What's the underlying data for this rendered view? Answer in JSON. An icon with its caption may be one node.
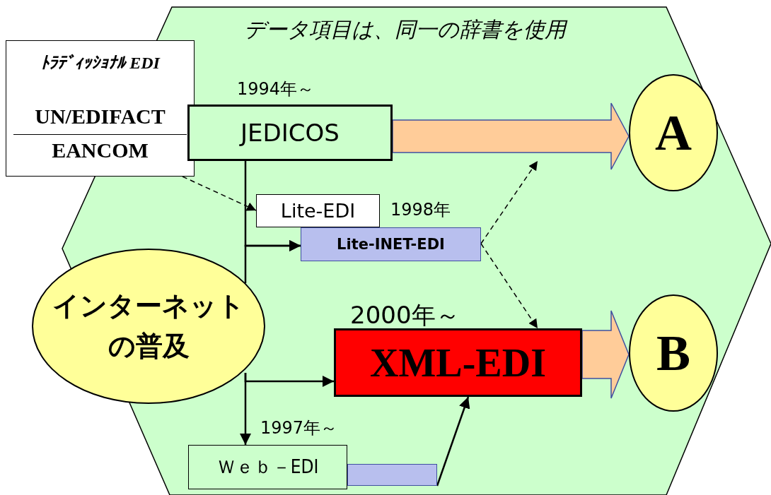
{
  "diagram": {
    "nodes": [
      {
        "text": [
          "データ項目は、同一の辞書を使用"
        ]
      },
      {
        "text": [
          "ﾄﾗﾃﾞｨｯｼｮﾅﾙ EDI",
          "UN/EDIFACT",
          "EANCOM"
        ]
      },
      {
        "text": [
          "JEDICOS"
        ],
        "beside": [
          "1994年～"
        ],
        "in": 0
      },
      {
        "text": [
          "Lite-EDI"
        ],
        "beside": [
          "1998年"
        ],
        "in": 0
      },
      {
        "text": [
          "Lite-INET-EDI"
        ],
        "in": 0
      },
      {
        "text": [
          "インターネットの普及"
        ]
      },
      {
        "text": [
          "XML-EDI"
        ],
        "beside": [
          "2000年～"
        ],
        "in": 0
      },
      {
        "text": [
          "Ｗｅｂ－EDI"
        ],
        "beside": [
          "1997年～"
        ],
        "in": 0
      },
      {
        "text": [
          "A"
        ],
        "in": 0
      },
      {
        "text": [
          "B"
        ],
        "in": 0
      },
      {
        "text": [],
        "shape": "bar",
        "in": 0
      }
    ],
    "edges": [
      {
        "from": 2,
        "to": 8,
        "arrow": "to",
        "style": "thick",
        "color": "#ffcc99"
      },
      {
        "from": 1,
        "to": 3,
        "arrow": "to",
        "style": "dashed"
      },
      {
        "from": 2,
        "to": 4,
        "arrow": "to"
      },
      {
        "from": 5,
        "to": 4,
        "arrow": "to"
      },
      {
        "from": 4,
        "to": null,
        "arrow": "to",
        "style": "dashed"
      },
      {
        "from": 4,
        "to": 6,
        "arrow": "to",
        "style": "dashed"
      },
      {
        "from": 5,
        "to": 6,
        "arrow": "to"
      },
      {
        "from": 5,
        "to": 7,
        "arrow": "to"
      },
      {
        "from": 10,
        "to": 6,
        "arrow": "to"
      },
      {
        "from": 6,
        "to": 9,
        "arrow": "to",
        "style": "thick",
        "color": "#ffcc99"
      }
    ]
  }
}
